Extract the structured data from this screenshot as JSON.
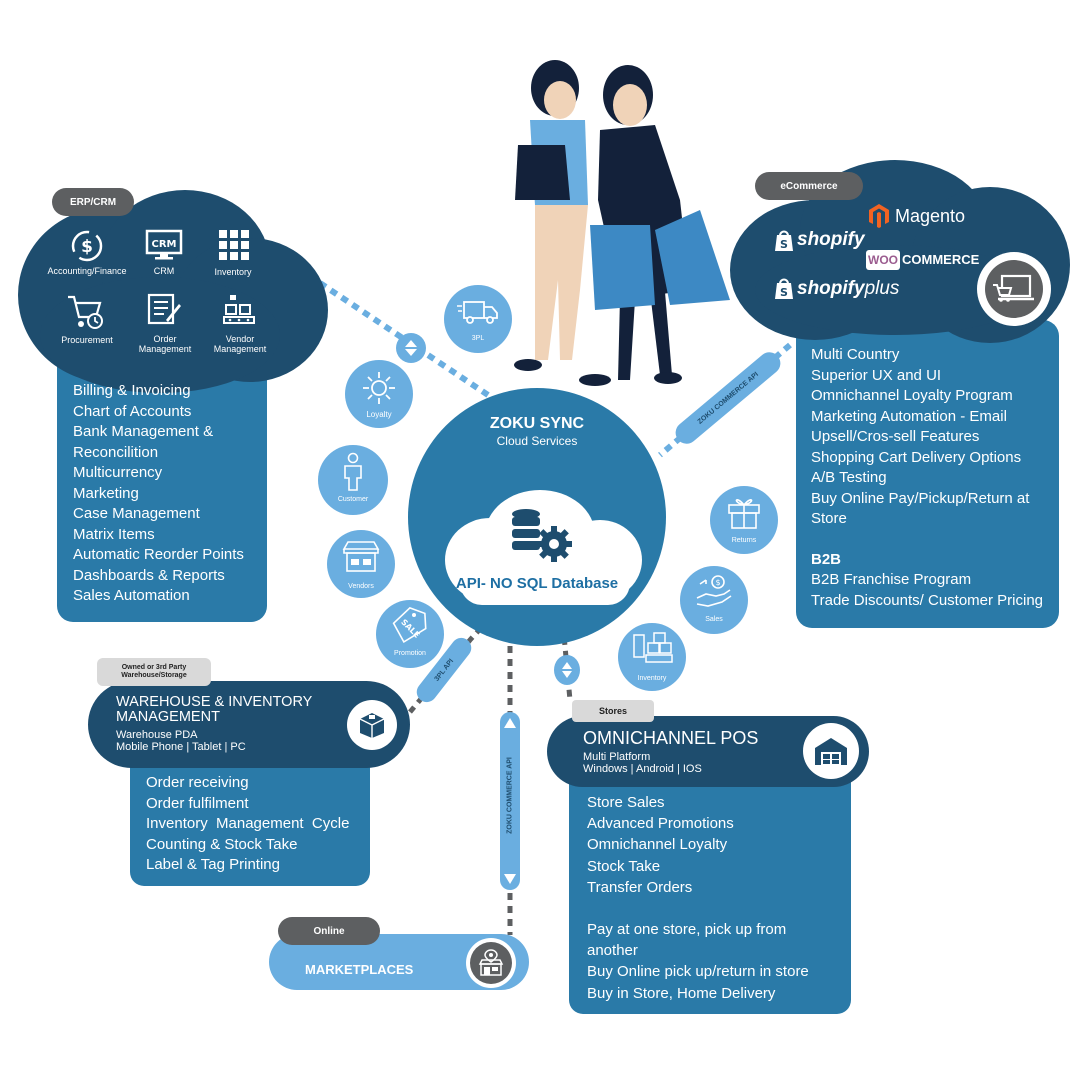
{
  "erp": {
    "tag": "ERP/CRM",
    "icons": [
      {
        "label": "Accounting/Finance",
        "icon": "dollar-cycle-icon"
      },
      {
        "label": "CRM",
        "icon": "crm-monitor-icon"
      },
      {
        "label": "Inventory",
        "icon": "grid-icon"
      },
      {
        "label": "Procurement",
        "icon": "cart-clock-icon"
      },
      {
        "label": "Order Management",
        "icon": "clipboard-pen-icon"
      },
      {
        "label": "Vendor Management",
        "icon": "vendor-boxes-icon"
      }
    ],
    "features": [
      "Billing & Invoicing",
      "Chart of Accounts",
      "Bank Management &",
      "Reconcilition",
      "Multicurrency",
      "Marketing",
      "Case Management",
      "Matrix Items",
      "Automatic Reorder Points",
      "Dashboards & Reports",
      "Sales Automation"
    ]
  },
  "ecommerce": {
    "tag": "eCommerce",
    "brands": [
      "Magento",
      "shopify",
      "WOO",
      "COMMERCE",
      "shopify",
      "plus"
    ],
    "features": [
      "Multi Country",
      "Superior UX and UI",
      "Omnichannel Loyalty Program",
      "Marketing Automation - Email",
      "Upsell/Cros-sell Features",
      "Shopping Cart Delivery Options",
      "A/B Testing",
      "Buy Online Pay/Pickup/Return at",
      "Store"
    ],
    "b2b_title": "B2B",
    "b2b_features": [
      "B2B Franchise Program",
      "Trade Discounts/ Customer Pricing"
    ]
  },
  "hub": {
    "title": "ZOKU SYNC",
    "subtitle": "Cloud Services",
    "db_label": "API- NO SQL Database"
  },
  "satellites": [
    "3PL",
    "Loyalty",
    "Customer",
    "Vendors",
    "Promotion",
    "Returns",
    "Sales",
    "Inventory"
  ],
  "api_labels": {
    "ecommerce_api": "ZOKU COMMERCE API",
    "threepl_api": "3PL API",
    "marketplace_api": "ZOKU COMMERCE API"
  },
  "warehouse": {
    "tag": "Owned or 3rd Party Warehouse/Storage",
    "title": "WAREHOUSE & INVENTORY MANAGEMENT",
    "line1": "Warehouse PDA",
    "line2": "Mobile Phone | Tablet | PC",
    "features": [
      "Order receiving",
      "Order fulfilment",
      "Inventory  Management  Cycle",
      "Counting & Stock Take",
      "Label & Tag Printing"
    ]
  },
  "pos": {
    "tag": "Stores",
    "title": "OMNICHANNEL POS",
    "line1": "Multi Platform",
    "line2": "Windows | Android | IOS",
    "features": [
      "Store Sales",
      "Advanced Promotions",
      "Omnichannel Loyalty",
      "Stock Take",
      "Transfer Orders",
      "",
      "Pay at one store, pick up from",
      "another",
      "Buy Online pick up/return in store",
      "Buy in Store, Home Delivery"
    ]
  },
  "marketplaces": {
    "tag": "Online",
    "title": "MARKETPLACES"
  },
  "colors": {
    "dark_navy": "#1e4d6e",
    "mid_blue": "#2a7aa8",
    "light_blue": "#6aaee0",
    "tag_gray": "#5d5f61"
  }
}
